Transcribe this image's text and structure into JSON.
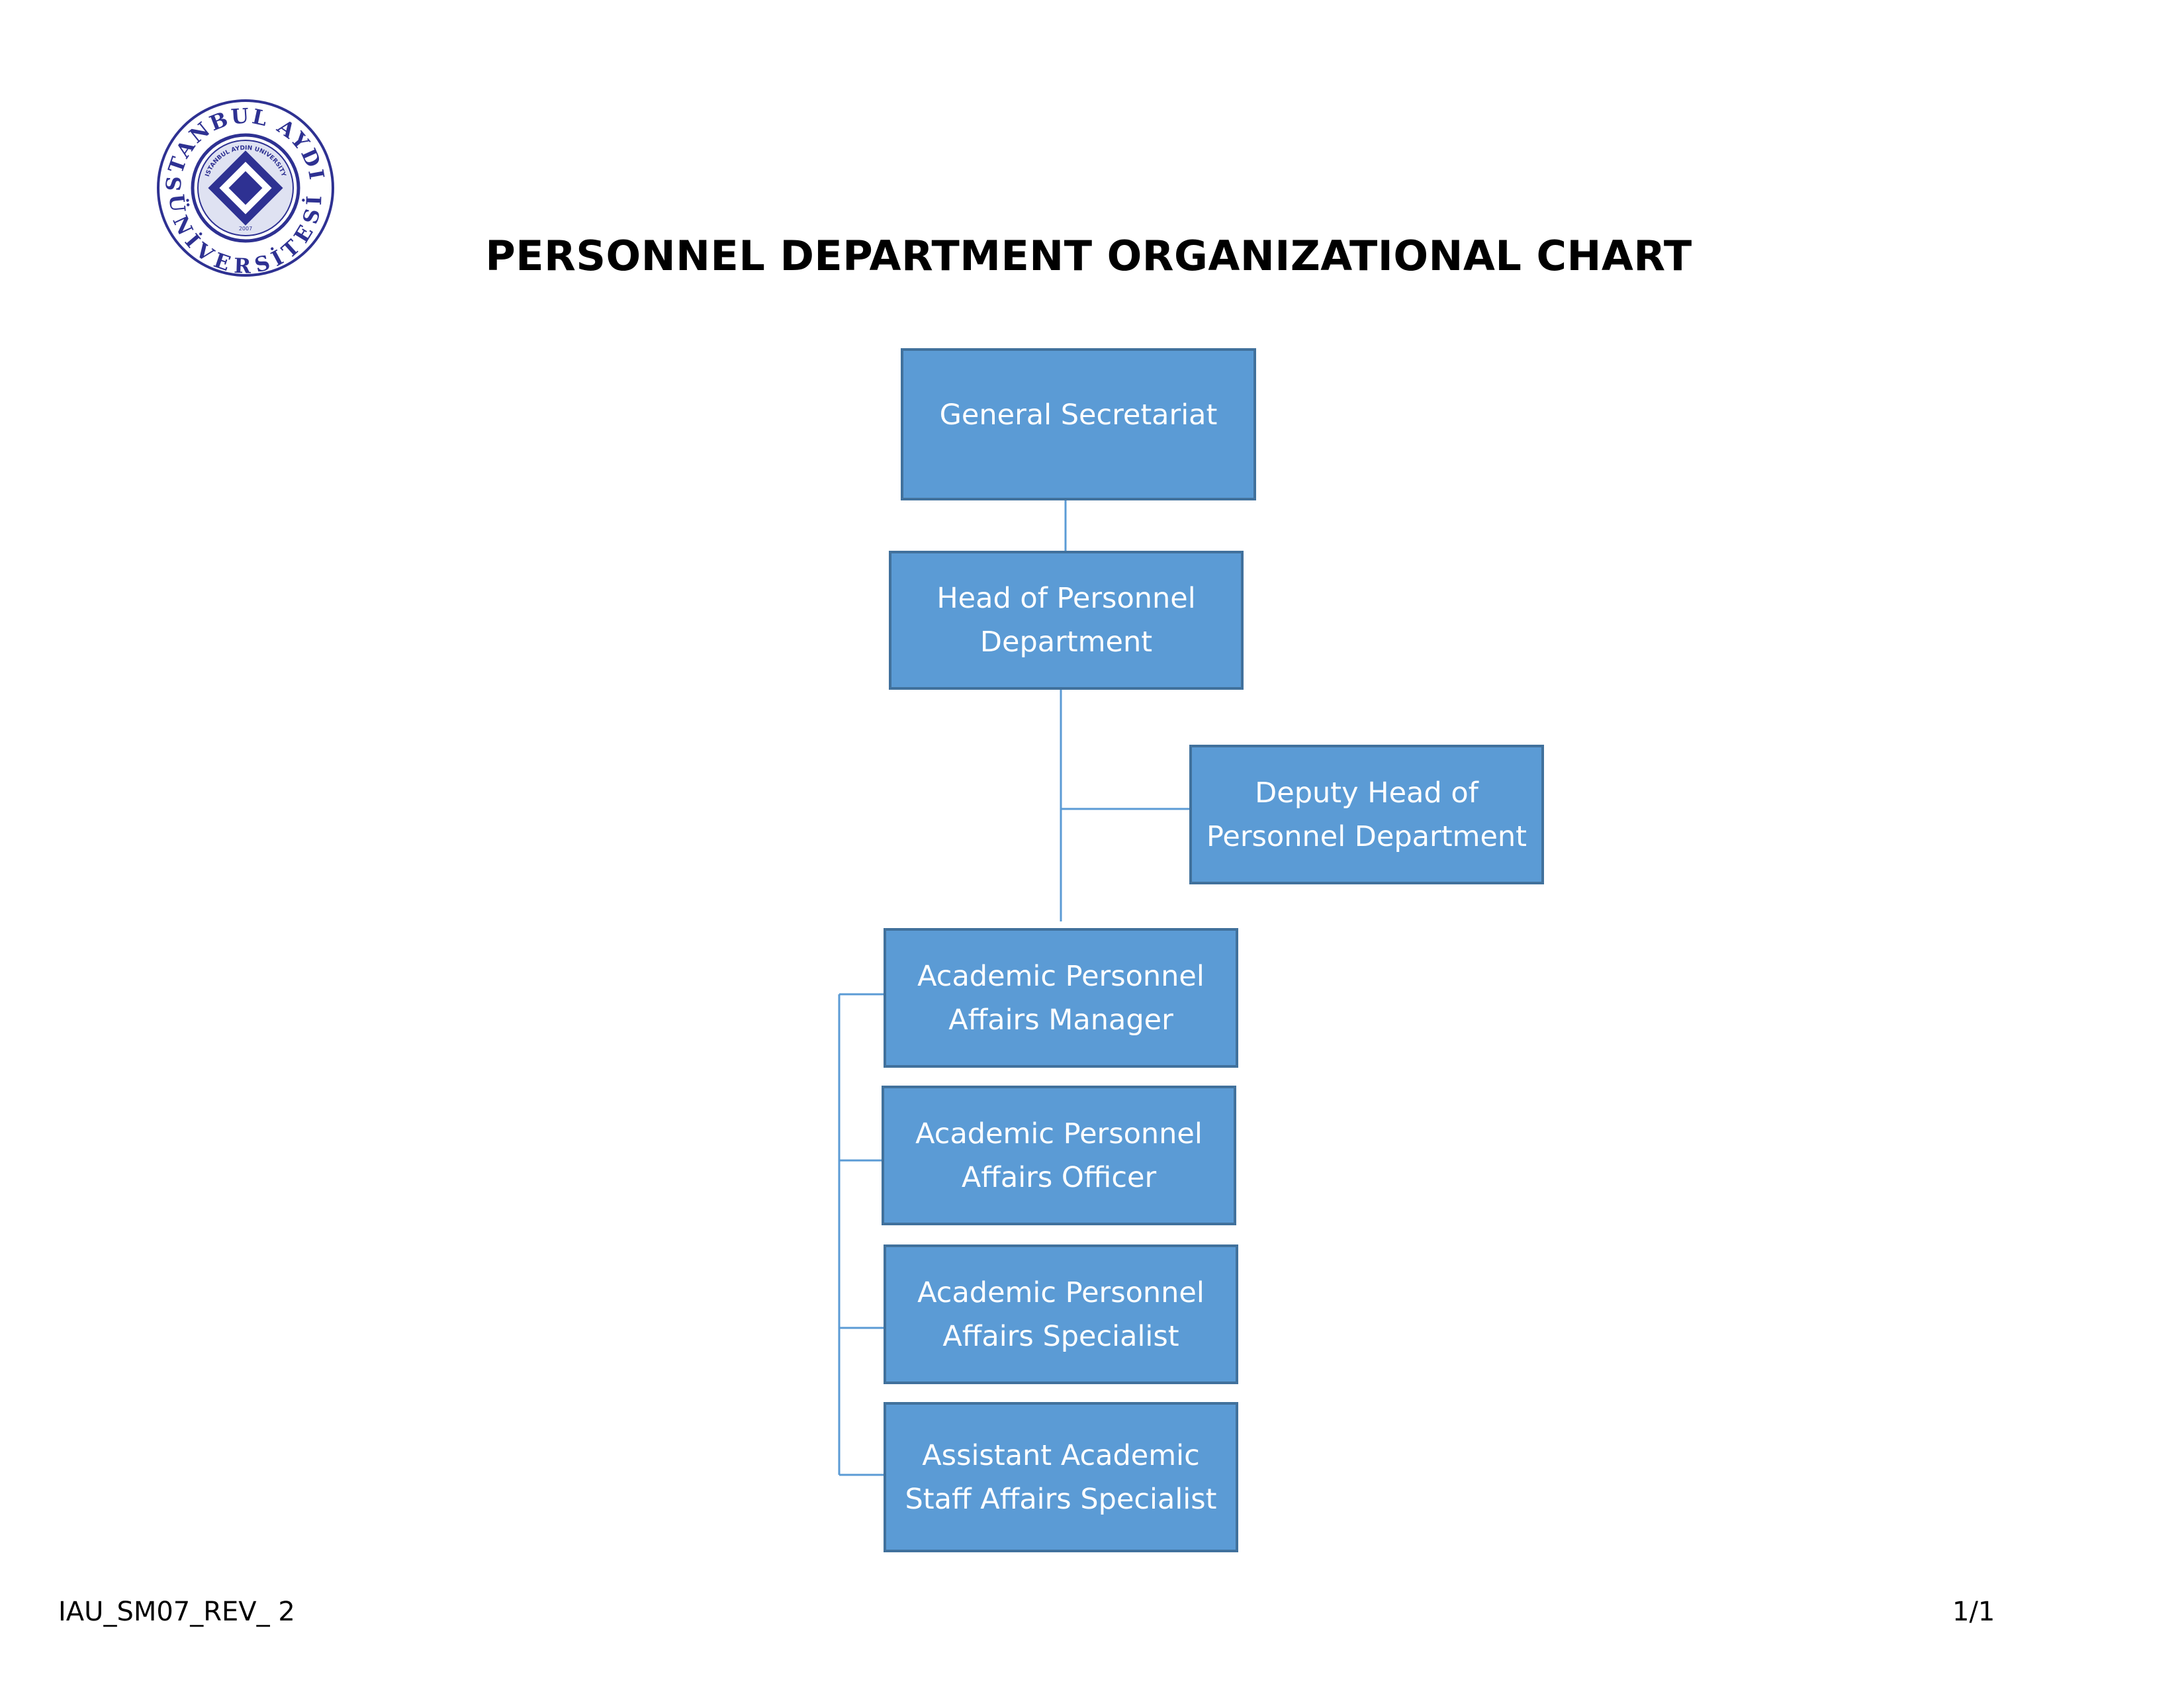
{
  "header": {
    "logo": {
      "text_top": "İSTANBUL AYDIN",
      "text_bottom": "ÜNİVERSİTESİ",
      "inner_text": "ISTANBUL AYDIN UNIVERSITY",
      "year": "2007",
      "colors": {
        "ring": "#2e3192",
        "inner": "#2e3192"
      }
    },
    "title": "PERSONNEL DEPARTMENT ORGANIZATIONAL CHART"
  },
  "org_chart": {
    "nodes": [
      {
        "id": "general-secretariat",
        "lines": [
          "General Secretariat"
        ]
      },
      {
        "id": "head",
        "lines": [
          "Head of Personnel",
          "Department"
        ],
        "parent": "general-secretariat"
      },
      {
        "id": "deputy",
        "lines": [
          "Deputy Head of",
          "Personnel Department"
        ],
        "parent": "head"
      },
      {
        "id": "manager",
        "lines": [
          "Academic Personnel",
          "Affairs Manager"
        ],
        "parent": "head"
      },
      {
        "id": "officer",
        "lines": [
          "Academic Personnel",
          "Affairs Officer"
        ],
        "parent": "manager"
      },
      {
        "id": "specialist",
        "lines": [
          "Academic Personnel",
          "Affairs Specialist"
        ],
        "parent": "manager"
      },
      {
        "id": "assistant",
        "lines": [
          "Assistant Academic",
          "Staff Affairs Specialist"
        ],
        "parent": "manager"
      }
    ],
    "colors": {
      "box_fill": "#5b9bd5",
      "box_border": "#41719c",
      "box_text": "#ffffff",
      "connector": "#5b9bd5"
    }
  },
  "footer": {
    "doc_code": "IAU_SM07_REV_ 2",
    "page": "1/1"
  }
}
